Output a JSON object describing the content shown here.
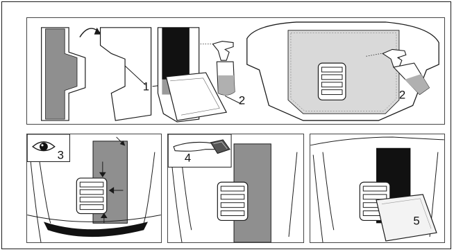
{
  "panels": [
    {
      "id": "top",
      "step_labels": [
        "1",
        "2",
        "2"
      ]
    },
    {
      "id": "bottom-left",
      "step_labels": [
        "3"
      ]
    },
    {
      "id": "bottom-middle",
      "step_labels": [
        "4"
      ]
    },
    {
      "id": "bottom-right",
      "step_labels": [
        "5"
      ]
    }
  ],
  "colors": {
    "stripe_gray": "#8f8f8f",
    "stripe_black": "#111111",
    "line": "#1a1a1a",
    "liquid": "#b0b0b0"
  },
  "icons": [
    "spray-bottle-icon",
    "eye-icon",
    "hand-squeegee-icon",
    "curved-arrow-icon"
  ]
}
